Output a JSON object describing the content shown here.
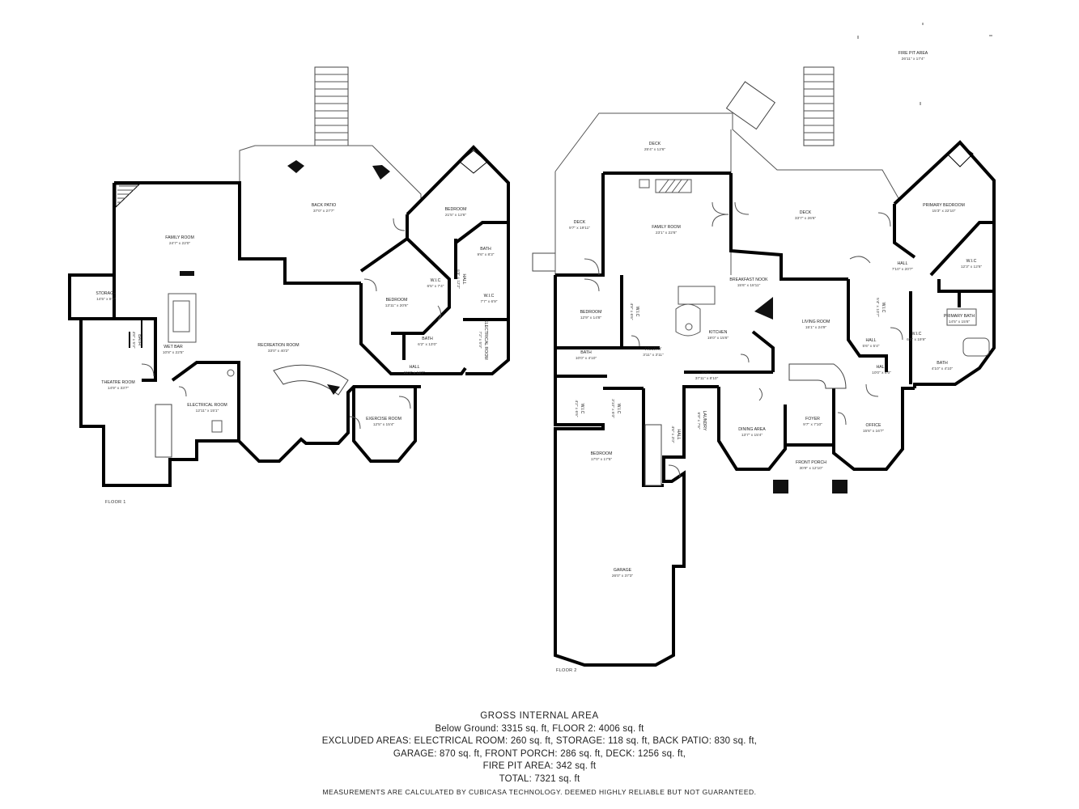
{
  "floor1": {
    "label": "FLOOR 1",
    "rooms": [
      {
        "key": "family_room_1",
        "name": "FAMILY ROOM",
        "dims": "24'7\" x 22'0\""
      },
      {
        "key": "back_patio",
        "name": "BACK PATIO",
        "dims": "37'0\" x 27'7\""
      },
      {
        "key": "bedroom_1a",
        "name": "BEDROOM",
        "dims": "21'5\" x 12'6\""
      },
      {
        "key": "bath_1a",
        "name": "BATH",
        "dims": "9'6\" x 8'3\""
      },
      {
        "key": "hall_1a",
        "name": "HALL",
        "dims": "6'9\" x 12'2\""
      },
      {
        "key": "wic_1a",
        "name": "W.I.C",
        "dims": "6'5\" x 7'4\""
      },
      {
        "key": "wic_1b",
        "name": "W.I.C",
        "dims": "7'7\" x 6'9\""
      },
      {
        "key": "bedroom_1b",
        "name": "BEDROOM",
        "dims": "13'11\" x 20'6\""
      },
      {
        "key": "storage",
        "name": "STORAGE",
        "dims": "14'5\" x 8'2\""
      },
      {
        "key": "bath_1b",
        "name": "BATH",
        "dims": "6'2\" x 13'0\""
      },
      {
        "key": "electrical_room_1a",
        "name": "ELECTRICAL ROOM",
        "dims": "7'2\" x 5'0\""
      },
      {
        "key": "wet_bar",
        "name": "WET BAR",
        "dims": "10'8\" x 22'5\""
      },
      {
        "key": "recreation_room",
        "name": "RECREATION ROOM",
        "dims": "33'0\" x 40'2\""
      },
      {
        "key": "hall_1b",
        "name": "HALL",
        "dims": "21'3\" x 12'7\""
      },
      {
        "key": "bath_1c",
        "name": "BATH",
        "dims": "4'8\" x 5'0\""
      },
      {
        "key": "theatre_room",
        "name": "THEATRE ROOM",
        "dims": "14'9\" x 33'7\""
      },
      {
        "key": "electrical_room_1b",
        "name": "ELECTRICAL ROOM",
        "dims": "12'11\" x 15'1\""
      },
      {
        "key": "exercise_room",
        "name": "EXERCISE ROOM",
        "dims": "12'5\" x 15'4\""
      }
    ]
  },
  "floor2": {
    "label": "FLOOR 2",
    "rooms": [
      {
        "key": "fire_pit",
        "name": "FIRE PIT AREA",
        "dims": "26'11\" x 17'4\""
      },
      {
        "key": "deck_a",
        "name": "DECK",
        "dims": "25'4\" x 12'6\""
      },
      {
        "key": "deck_b",
        "name": "DECK",
        "dims": "9'7\" x 19'11\""
      },
      {
        "key": "family_room_2",
        "name": "FAMILY ROOM",
        "dims": "23'1\" x 22'6\""
      },
      {
        "key": "deck_c",
        "name": "DECK",
        "dims": "33'7\" x 26'6\""
      },
      {
        "key": "primary_bedroom",
        "name": "PRIMARY BEDROOM",
        "dims": "15'3\" x 22'10\""
      },
      {
        "key": "hall_2a",
        "name": "HALL",
        "dims": "7'10\" x 20'7\""
      },
      {
        "key": "wic_2a",
        "name": "W.I.C",
        "dims": "12'3\" x 12'6\""
      },
      {
        "key": "breakfast_nook",
        "name": "BREAKFAST NOOK",
        "dims": "15'6\" x 18'11\""
      },
      {
        "key": "bedroom_2a",
        "name": "BEDROOM",
        "dims": "12'9\" x 14'8\""
      },
      {
        "key": "wic_2b",
        "name": "W.I.C",
        "dims": "4'9\" x 6'6\""
      },
      {
        "key": "kitchen",
        "name": "KITCHEN",
        "dims": "19'0\" x 15'6\""
      },
      {
        "key": "living_room",
        "name": "LIVING ROOM",
        "dims": "15'1\" x 24'9\""
      },
      {
        "key": "wic_2c",
        "name": "W.I.C",
        "dims": "5'4\" x 10'7\""
      },
      {
        "key": "hall_2b",
        "name": "HALL",
        "dims": "5'6\" x 5'4\""
      },
      {
        "key": "wic_2d",
        "name": "W.I.C",
        "dims": "6'2\" x 19'9\""
      },
      {
        "key": "primary_bath",
        "name": "PRIMARY BATH",
        "dims": "14'5\" x 15'6\""
      },
      {
        "key": "pantry",
        "name": "PANTRY",
        "dims": "3'11\" x 3'11\""
      },
      {
        "key": "bath_2a",
        "name": "BATH",
        "dims": "10'0\" x 4'10\""
      },
      {
        "key": "hall_2c",
        "name": "HALL",
        "dims": "37'11\" x 8'10\""
      },
      {
        "key": "hall_2d",
        "name": "HALL",
        "dims": "10'0\" x 6'0\""
      },
      {
        "key": "bath_2b",
        "name": "BATH",
        "dims": "4'10\" x 4'10\""
      },
      {
        "key": "wic_2e",
        "name": "W.I.C",
        "dims": "4'2\" x 6'6\""
      },
      {
        "key": "wic_2f",
        "name": "W.I.C",
        "dims": "3'10\" x 6'0\""
      },
      {
        "key": "laundry",
        "name": "LAUNDRY",
        "dims": "6'9\" x 7'6\""
      },
      {
        "key": "hall_2e",
        "name": "HALL",
        "dims": "4'6\" x 3'0\""
      },
      {
        "key": "dining_area",
        "name": "DINING AREA",
        "dims": "13'7\" x 15'4\""
      },
      {
        "key": "foyer",
        "name": "FOYER",
        "dims": "9'7\" x 7'10\""
      },
      {
        "key": "office",
        "name": "OFFICE",
        "dims": "15'6\" x 16'7\""
      },
      {
        "key": "bedroom_2b",
        "name": "BEDROOM",
        "dims": "17'0\" x 17'5\""
      },
      {
        "key": "front_porch",
        "name": "FRONT PORCH",
        "dims": "30'9\" x 12'10\""
      },
      {
        "key": "garage",
        "name": "GARAGE",
        "dims": "26'0\" x 37'3\""
      }
    ]
  },
  "summary": {
    "title": "GROSS INTERNAL AREA",
    "line1": "Below Ground: 3315 sq. ft, FLOOR 2: 4006 sq. ft",
    "line2": "EXCLUDED AREAS: ELECTRICAL ROOM: 260 sq. ft, STORAGE: 118 sq. ft, BACK PATIO: 830 sq. ft,",
    "line3": "GARAGE: 870 sq. ft, FRONT PORCH: 286 sq. ft, DECK: 1256 sq. ft,",
    "line4": "FIRE PIT AREA: 342 sq. ft",
    "line5": "TOTAL: 7321 sq. ft",
    "disclaimer": "MEASUREMENTS ARE CALCULATED BY CUBICASA TECHNOLOGY. DEEMED HIGHLY RELIABLE BUT NOT GUARANTEED."
  }
}
